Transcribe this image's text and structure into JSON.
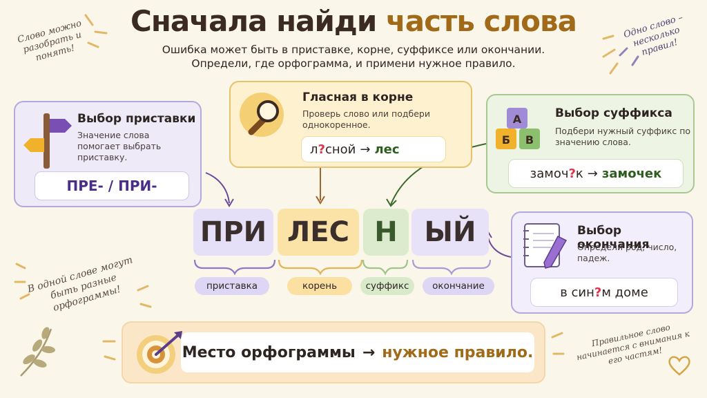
{
  "title": {
    "part1": "Сначала найди",
    "part2": "часть слова"
  },
  "subtitle": {
    "line1": "Ошибка может быть в приставке, корне, суффиксе или окончании.",
    "line2": "Определи, где орфограмма, и примени нужное правило."
  },
  "notes": {
    "left_top": "Слово можно разобрать и понять!",
    "right_top": "Одно слово – несколько правил!",
    "left_mid": "В одной слове могут быть разные орфограммы!",
    "right_bottom": "Правильное слово начинается с внимания к его частям!"
  },
  "cards": {
    "prefix": {
      "title": "Выбор приставки",
      "text": "Значение слова помогает выбрать приставку.",
      "example": "ПРЕ- / ПРИ-"
    },
    "root": {
      "title": "Гласная в корне",
      "text": "Проверь слово или подбери однокоренное.",
      "ex_a": "л",
      "ex_q": "?",
      "ex_b": "сной",
      "ex_arrow": "→",
      "ex_check": "лес"
    },
    "suffix": {
      "title": "Выбор суффикса",
      "text": "Подбери нужный суффикс по значению слова.",
      "ex_a": "замоч",
      "ex_q": "?",
      "ex_b": "к",
      "ex_arrow": "→",
      "ex_check": "замочек",
      "blocks": [
        "А",
        "Б",
        "В"
      ]
    },
    "ending": {
      "title": "Выбор окончания",
      "text": "Определи род, число, падеж.",
      "ex_a": "в син",
      "ex_q": "?",
      "ex_b": "м доме"
    }
  },
  "word": {
    "segments": [
      "ПРИ",
      "ЛЕС",
      "Н",
      "ЫЙ"
    ],
    "labels": [
      "приставка",
      "корень",
      "суффикс",
      "окончание"
    ]
  },
  "bottom": {
    "text": "Место орфограммы",
    "arrow": "→",
    "result": "нужное правило."
  },
  "colors": {
    "prefix": "#e5e0f7",
    "root": "#fbe3a8",
    "suffix": "#dcebcd",
    "ending": "#e7e2f8",
    "accent": "#a06a18",
    "question": "#e0344a",
    "prefix_text": "#4a2d86",
    "suffix_text": "#2d5e1e"
  },
  "icons": [
    "signpost-icon",
    "magnifier-icon",
    "abc-blocks-icon",
    "notebook-pencil-icon",
    "target-arrow-icon",
    "leaf-branch-icon",
    "heart-icon"
  ]
}
